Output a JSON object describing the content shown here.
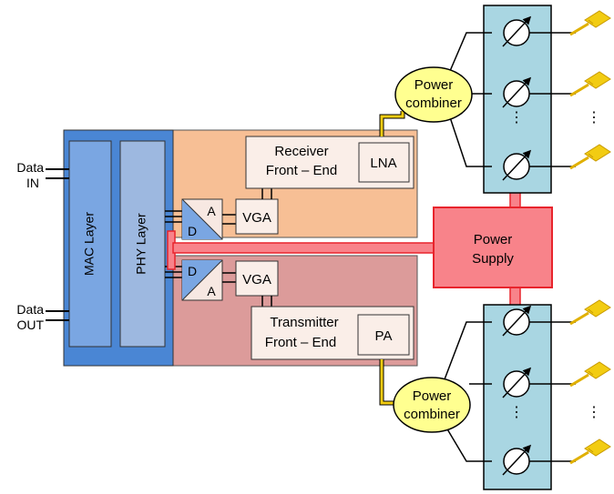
{
  "labels": {
    "data_in": [
      "Data",
      "IN"
    ],
    "data_out": [
      "Data",
      "OUT"
    ],
    "mac_layer": "MAC Layer",
    "phy_layer": "PHY Layer",
    "receiver_front_end": [
      "Receiver",
      "Front – End"
    ],
    "transmitter_front_end": [
      "Transmitter",
      "Front – End"
    ],
    "lna": "LNA",
    "pa": "PA",
    "vga_rx": "VGA",
    "vga_tx": "VGA",
    "adc": {
      "top": "A",
      "bottom": "D"
    },
    "dac": {
      "top": "D",
      "bottom": "A"
    },
    "power_combiner_rx": [
      "Power",
      "combiner"
    ],
    "power_combiner_tx": [
      "Power",
      "combiner"
    ],
    "power_supply": [
      "Power",
      "Supply"
    ],
    "ellipsis": "⋮"
  },
  "colors": {
    "mac_block": "#4a86d4",
    "phy_block": "#9db8e0",
    "rx_region": "#f7bf95",
    "tx_region": "#dc9b9a",
    "front_end_box": "#faeee8",
    "power_supply": "#f8838a",
    "power_line": "#e8242c",
    "combiner": "#ffff90",
    "phase_column": "#a9d6e2",
    "antenna": "#f2cc12",
    "feed_line": "#f2cc12"
  },
  "icons": {
    "phase_shifter": "phase-shifter-icon",
    "antenna": "patch-antenna-icon",
    "converter": "data-converter-icon"
  }
}
